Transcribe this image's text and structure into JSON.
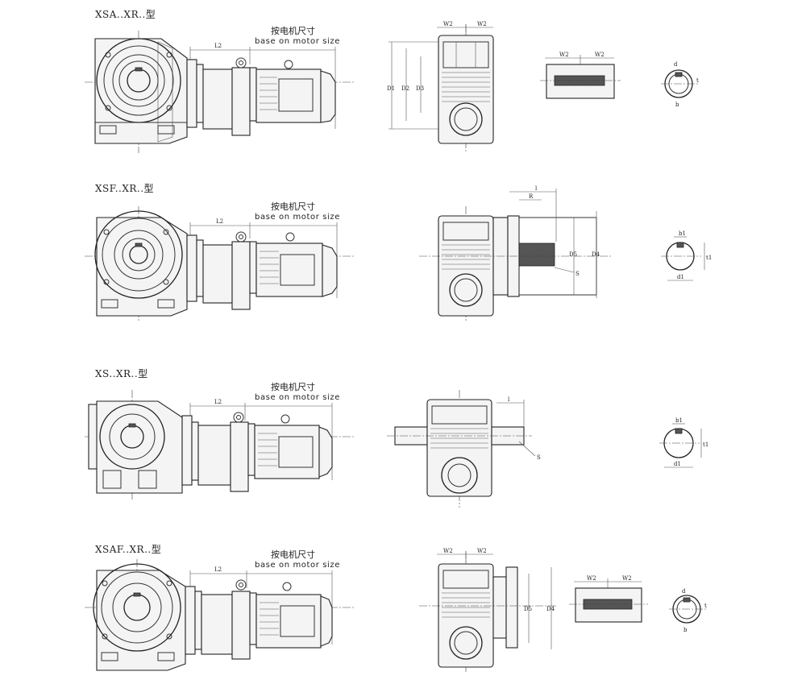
{
  "rows": [
    {
      "title": "XSA..XR..型",
      "motor_cn": "按电机尺寸",
      "motor_en": "base on motor size",
      "l_label": "L2",
      "labels": {
        "w2a": "W2",
        "w2b": "W2",
        "d1": "D1",
        "d2": "D2",
        "d3": "D3",
        "w2c": "W2",
        "w2d": "W2",
        "d": "d",
        "b": "b",
        "t": "t"
      }
    },
    {
      "title": "XSF..XR..型",
      "motor_cn": "按电机尺寸",
      "motor_en": "base on motor size",
      "l_label": "L2",
      "labels": {
        "l": "l",
        "r": "R",
        "d5": "D5",
        "d4": "D4",
        "s": "S",
        "b1": "b1",
        "t1": "t1",
        "d1": "d1"
      }
    },
    {
      "title": "XS..XR..型",
      "motor_cn": "按电机尺寸",
      "motor_en": "base on motor size",
      "l_label": "L2",
      "labels": {
        "l": "l",
        "s": "S",
        "b1": "b1",
        "t1": "t1",
        "d1": "d1"
      }
    },
    {
      "title": "XSAF..XR..型",
      "motor_cn": "按电机尺寸",
      "motor_en": "base on motor size",
      "l_label": "L2",
      "labels": {
        "w2a": "W2",
        "w2b": "W2",
        "d5": "D5",
        "d4": "D4",
        "w2c": "W2",
        "w2d": "W2",
        "d": "d",
        "b": "b",
        "t": "t"
      }
    }
  ]
}
